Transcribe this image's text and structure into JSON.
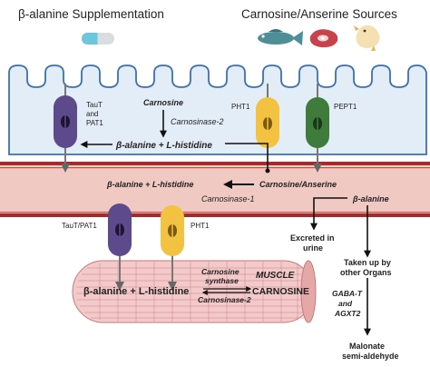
{
  "header": {
    "left_title": "β-alanine Supplementation",
    "right_title": "Carnosine/Anserine Sources"
  },
  "icons": [
    "capsule-icon",
    "fish-icon",
    "meat-icon",
    "chicken-icon"
  ],
  "enterocyte": {
    "transporter_taut": [
      "TauT",
      "and",
      "PAT1"
    ],
    "transporter_pht1": "PHT1",
    "transporter_pept1": "PEPT1",
    "carnosine": "Carnosine",
    "enzyme": "Carnosinase-2",
    "products": "β-alanine + L-histidine"
  },
  "blood": {
    "products": "β-alanine + L-histidine",
    "carnosine_anserine": "Carnosine/Anserine",
    "enzyme": "Carnosinase-1",
    "beta_alanine": "β-alanine"
  },
  "muscle": {
    "transporter_taut": "TauT/PAT1",
    "transporter_pht1": "PHT1",
    "products": "β-alanine + L-histidine",
    "synthase": [
      "Carnosine",
      "synthase"
    ],
    "enzyme": "Carnosinase-2",
    "label_muscle": "MUSCLE",
    "label_carnosine": "CARNOSINE"
  },
  "outcomes": {
    "excreted": [
      "Excreted in",
      "urine"
    ],
    "taken_up": [
      "Taken up by",
      "other Organs"
    ],
    "enzymes": [
      "GABA-T",
      "and",
      "AGXT2"
    ],
    "malonate": [
      "Malonate",
      "semi-aldehyde"
    ]
  },
  "colors": {
    "purple": "#5d4a8c",
    "yellow": "#f2c240",
    "green": "#3f7c3c",
    "blood_fill": "#f0c9c3",
    "blood_border": "#a52a2a",
    "epithelium": "#e3edf8",
    "muscle_fill": "#f3c9c9"
  }
}
